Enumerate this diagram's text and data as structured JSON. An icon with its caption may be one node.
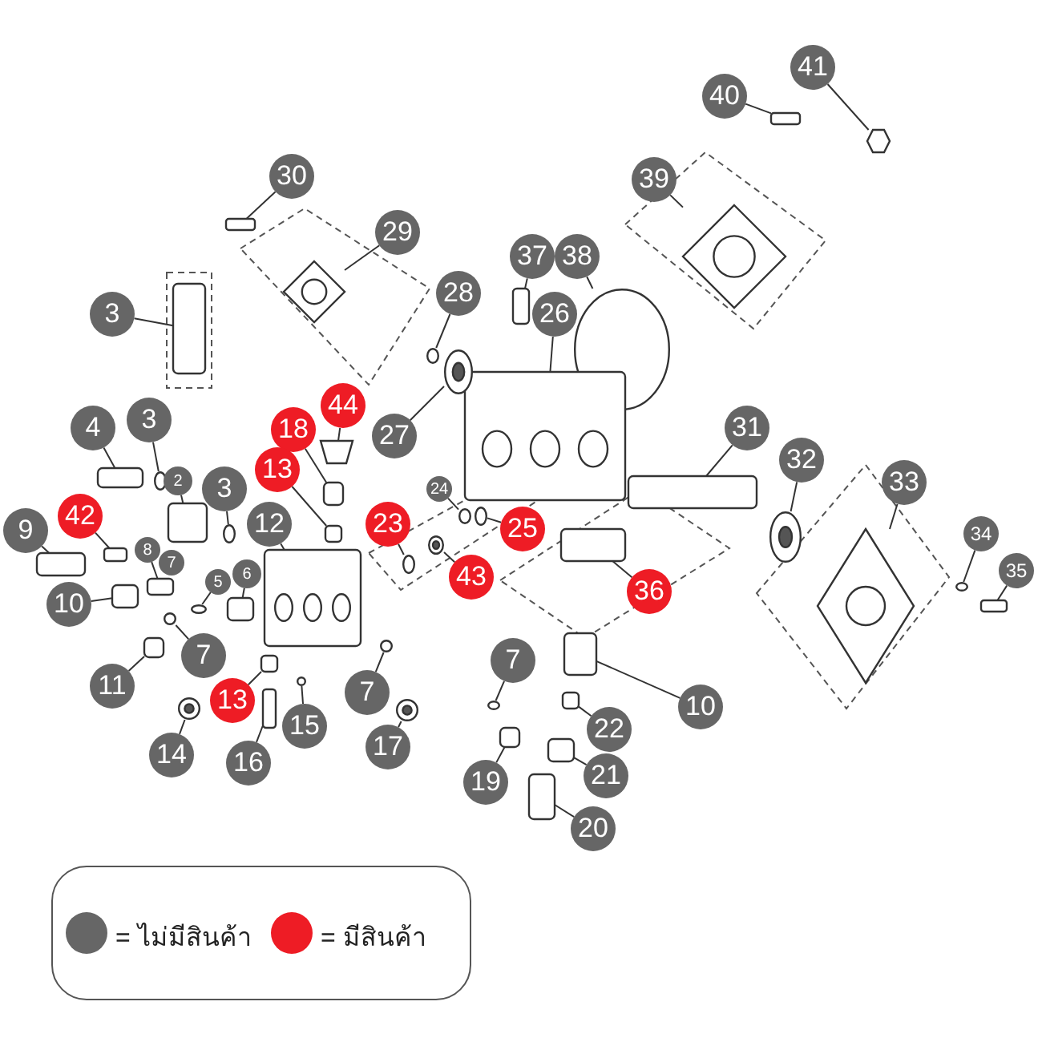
{
  "diagram": {
    "nodes": [
      {
        "text": [
          "41"
        ]
      },
      {
        "text": [
          "40"
        ]
      },
      {
        "text": [
          "30"
        ]
      },
      {
        "text": [
          "39"
        ]
      },
      {
        "text": [
          "29"
        ]
      },
      {
        "text": [
          "37"
        ]
      },
      {
        "text": [
          "38"
        ]
      },
      {
        "text": [
          "3"
        ]
      },
      {
        "text": [
          "28"
        ]
      },
      {
        "text": [
          "26"
        ]
      },
      {
        "text": [
          "3"
        ]
      },
      {
        "text": [
          "44"
        ]
      },
      {
        "text": [
          "4"
        ]
      },
      {
        "text": [
          "18"
        ]
      },
      {
        "text": [
          "27"
        ]
      },
      {
        "text": [
          "31"
        ]
      },
      {
        "text": [
          "32"
        ]
      },
      {
        "text": [
          "33"
        ]
      },
      {
        "text": [
          "13"
        ]
      },
      {
        "text": [
          "2"
        ]
      },
      {
        "text": [
          "3"
        ]
      },
      {
        "text": [
          "42"
        ]
      },
      {
        "text": [
          "9"
        ]
      },
      {
        "text": [
          "24"
        ]
      },
      {
        "text": [
          "12"
        ]
      },
      {
        "text": [
          "23"
        ]
      },
      {
        "text": [
          "25"
        ]
      },
      {
        "text": [
          "8"
        ]
      },
      {
        "text": [
          "7"
        ]
      },
      {
        "text": [
          "43"
        ]
      },
      {
        "text": [
          "34"
        ]
      },
      {
        "text": [
          "5"
        ]
      },
      {
        "text": [
          "6"
        ]
      },
      {
        "text": [
          "35"
        ]
      },
      {
        "text": [
          "36"
        ]
      },
      {
        "text": [
          "10"
        ]
      },
      {
        "text": [
          "7"
        ]
      },
      {
        "text": [
          "11"
        ]
      },
      {
        "text": [
          "7"
        ]
      },
      {
        "text": [
          "13"
        ]
      },
      {
        "text": [
          "10"
        ]
      },
      {
        "text": [
          "7"
        ]
      },
      {
        "text": [
          "15"
        ]
      },
      {
        "text": [
          "22"
        ]
      },
      {
        "text": [
          "17"
        ]
      },
      {
        "text": [
          "14"
        ]
      },
      {
        "text": [
          "16"
        ]
      },
      {
        "text": [
          "21"
        ]
      },
      {
        "text": [
          "19"
        ]
      },
      {
        "text": [
          "20"
        ]
      },
      {
        "text": [],
        "shape": "hexagon"
      },
      {
        "text": [],
        "shape": "box"
      },
      {
        "text": [],
        "shape": "box"
      },
      {
        "text": [],
        "shape": "picture"
      },
      {
        "text": [],
        "shape": "picture"
      },
      {
        "text": [],
        "shape": "box"
      },
      {
        "text": [],
        "shape": "circle"
      },
      {
        "text": [],
        "shape": "box"
      },
      {
        "text": [],
        "shape": "circle"
      },
      {
        "text": [],
        "shape": "picture"
      },
      {
        "text": [],
        "shape": "circle"
      },
      {
        "text": [],
        "shape": "trapezoid"
      },
      {
        "text": [],
        "shape": "box"
      },
      {
        "text": [],
        "shape": "box"
      },
      {
        "text": [],
        "shape": "picture"
      },
      {
        "text": [],
        "shape": "box"
      },
      {
        "text": [],
        "shape": "picture"
      },
      {
        "text": [],
        "shape": "picture"
      },
      {
        "text": [],
        "shape": "box"
      },
      {
        "text": [],
        "shape": "box"
      },
      {
        "text": [],
        "shape": "circle"
      },
      {
        "text": [],
        "shape": "box"
      },
      {
        "text": [],
        "shape": "box"
      },
      {
        "text": [],
        "shape": "circle"
      },
      {
        "text": [],
        "shape": "picture"
      },
      {
        "text": [],
        "shape": "circle"
      },
      {
        "text": [],
        "shape": "circle"
      },
      {
        "text": [],
        "shape": "box"
      },
      {
        "text": [],
        "shape": "picture"
      },
      {
        "text": [],
        "shape": "circle"
      },
      {
        "text": [],
        "shape": "circle"
      },
      {
        "text": [],
        "shape": "box"
      },
      {
        "text": [],
        "shape": "box"
      },
      {
        "text": [],
        "shape": "box"
      },
      {
        "text": [],
        "shape": "box"
      },
      {
        "text": [],
        "shape": "circle"
      },
      {
        "text": [],
        "shape": "box"
      },
      {
        "text": [],
        "shape": "circle"
      },
      {
        "text": [],
        "shape": "box"
      },
      {
        "text": [],
        "shape": "box"
      },
      {
        "text": [],
        "shape": "circle"
      },
      {
        "text": [],
        "shape": "circle"
      },
      {
        "text": [],
        "shape": "box"
      },
      {
        "text": [],
        "shape": "picture"
      },
      {
        "text": [],
        "shape": "picture"
      },
      {
        "text": [],
        "shape": "box"
      },
      {
        "text": [],
        "shape": "box"
      },
      {
        "text": [],
        "shape": "box"
      },
      {
        "text": [],
        "shape": "box"
      }
    ],
    "edges": [
      {
        "from": 0,
        "to": 50,
        "arrow": "none"
      },
      {
        "from": 1,
        "to": 51,
        "arrow": "none"
      },
      {
        "from": 2,
        "to": 52,
        "arrow": "none"
      },
      {
        "from": 3,
        "to": 53,
        "arrow": "none"
      },
      {
        "from": 4,
        "to": 54,
        "arrow": "none"
      },
      {
        "from": 5,
        "to": 55,
        "arrow": "none"
      },
      {
        "from": 6,
        "to": 56,
        "arrow": "none"
      },
      {
        "from": 7,
        "to": 57,
        "arrow": "none"
      },
      {
        "from": 8,
        "to": 58,
        "arrow": "none"
      },
      {
        "from": 9,
        "to": 59,
        "arrow": "none"
      },
      {
        "from": 10,
        "to": 60,
        "arrow": "none"
      },
      {
        "from": 11,
        "to": 61,
        "arrow": "none"
      },
      {
        "from": 12,
        "to": 62,
        "arrow": "none"
      },
      {
        "from": 13,
        "to": 63,
        "arrow": "none"
      },
      {
        "from": 14,
        "to": 64,
        "arrow": "none"
      },
      {
        "from": 15,
        "to": 65,
        "arrow": "none"
      },
      {
        "from": 16,
        "to": 66,
        "arrow": "none"
      },
      {
        "from": 17,
        "to": 67,
        "arrow": "none"
      },
      {
        "from": 18,
        "to": 68,
        "arrow": "none"
      },
      {
        "from": 19,
        "to": 69,
        "arrow": "none"
      },
      {
        "from": 20,
        "to": 70,
        "arrow": "none"
      },
      {
        "from": 21,
        "to": 71,
        "arrow": "none"
      },
      {
        "from": 22,
        "to": 72,
        "arrow": "none"
      },
      {
        "from": 23,
        "to": 73,
        "arrow": "none"
      },
      {
        "from": 24,
        "to": 74,
        "arrow": "none"
      },
      {
        "from": 25,
        "to": 75,
        "arrow": "none"
      },
      {
        "from": 26,
        "to": 76,
        "arrow": "none"
      },
      {
        "from": 27,
        "to": 77,
        "arrow": "none"
      },
      {
        "from": 29,
        "to": 78,
        "arrow": "none"
      },
      {
        "from": 30,
        "to": 79,
        "arrow": "none"
      },
      {
        "from": 31,
        "to": 80,
        "arrow": "none"
      },
      {
        "from": 32,
        "to": 81,
        "arrow": "none"
      },
      {
        "from": 33,
        "to": 82,
        "arrow": "none"
      },
      {
        "from": 34,
        "to": 83,
        "arrow": "none"
      },
      {
        "from": 35,
        "to": 84,
        "arrow": "none"
      },
      {
        "from": 36,
        "to": 85,
        "arrow": "none"
      },
      {
        "from": 37,
        "to": 86,
        "arrow": "none"
      },
      {
        "from": 38,
        "to": 87,
        "arrow": "none"
      },
      {
        "from": 39,
        "to": 88,
        "arrow": "none"
      },
      {
        "from": 40,
        "to": 89,
        "arrow": "none"
      },
      {
        "from": 41,
        "to": 90,
        "arrow": "none"
      },
      {
        "from": 42,
        "to": 91,
        "arrow": "none"
      },
      {
        "from": 43,
        "to": 92,
        "arrow": "none"
      },
      {
        "from": 44,
        "to": 93,
        "arrow": "none"
      },
      {
        "from": 45,
        "to": 94,
        "arrow": "none"
      },
      {
        "from": 46,
        "to": 95,
        "arrow": "none"
      },
      {
        "from": 47,
        "to": 96,
        "arrow": "none"
      },
      {
        "from": 48,
        "to": 97,
        "arrow": "none"
      },
      {
        "from": 49,
        "to": 98,
        "arrow": "none"
      }
    ],
    "legend": [
      {
        "text": "= ไม่มีสินค้า",
        "color": "#666666"
      },
      {
        "text": "= มีสินค้า",
        "color": "#ee1c25"
      }
    ]
  }
}
